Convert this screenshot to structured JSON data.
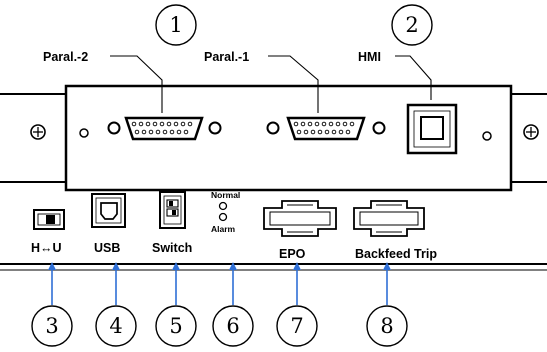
{
  "callouts": [
    "1",
    "2",
    "3",
    "4",
    "5",
    "6",
    "7",
    "8"
  ],
  "labels": {
    "paral2": "Paral.-2",
    "paral1": "Paral.-1",
    "hmi": "HMI",
    "hu": "H↔U",
    "usb": "USB",
    "switch": "Switch",
    "normal": "Normal",
    "alarm": "Alarm",
    "epo": "EPO",
    "backfeed": "Backfeed Trip"
  },
  "colors": {
    "leader_blue": "#2f6fd6",
    "line": "#000000"
  }
}
